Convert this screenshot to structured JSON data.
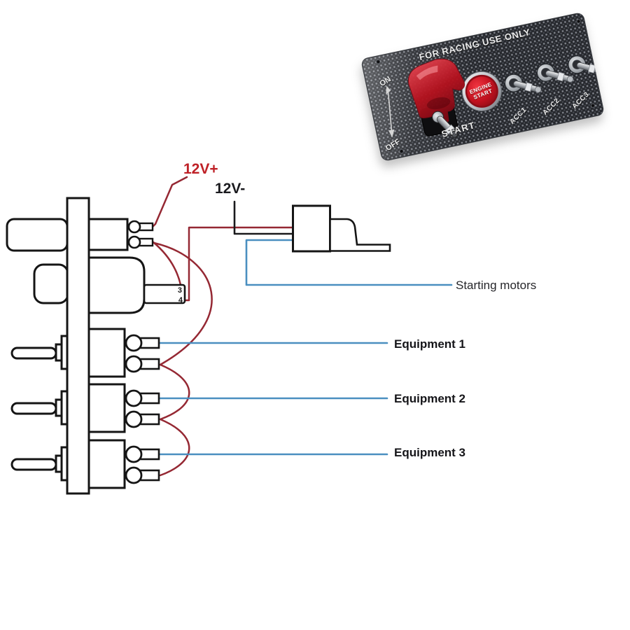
{
  "photo_panel": {
    "warning": "FOR RACING USE ONLY",
    "on_label": "ON",
    "off_label": "OFF",
    "start_label": "START",
    "engine_button": {
      "line1": "ENGINE",
      "line2": "START"
    },
    "toggle_labels": [
      "ACC1",
      "ACC2",
      "ACC3"
    ],
    "colors": {
      "panel_base": "#26282d",
      "button_red": "#c3111f",
      "cover_red": "#b5121f",
      "bezel_silver": "#c9ccd1",
      "label_white": "#ececec"
    }
  },
  "diagram": {
    "power_positive_label": "12V+",
    "power_negative_label": "12V-",
    "relay_output_label": "Starting motors",
    "equipment_labels": [
      "Equipment 1",
      "Equipment 2",
      "Equipment 3"
    ],
    "start_button_terminals": {
      "upper": "3",
      "lower": "4"
    },
    "colors": {
      "wire_positive": "#952833",
      "wire_negative": "#1a1a1c",
      "wire_output": "#4a8fc0",
      "outline": "#151515"
    }
  }
}
